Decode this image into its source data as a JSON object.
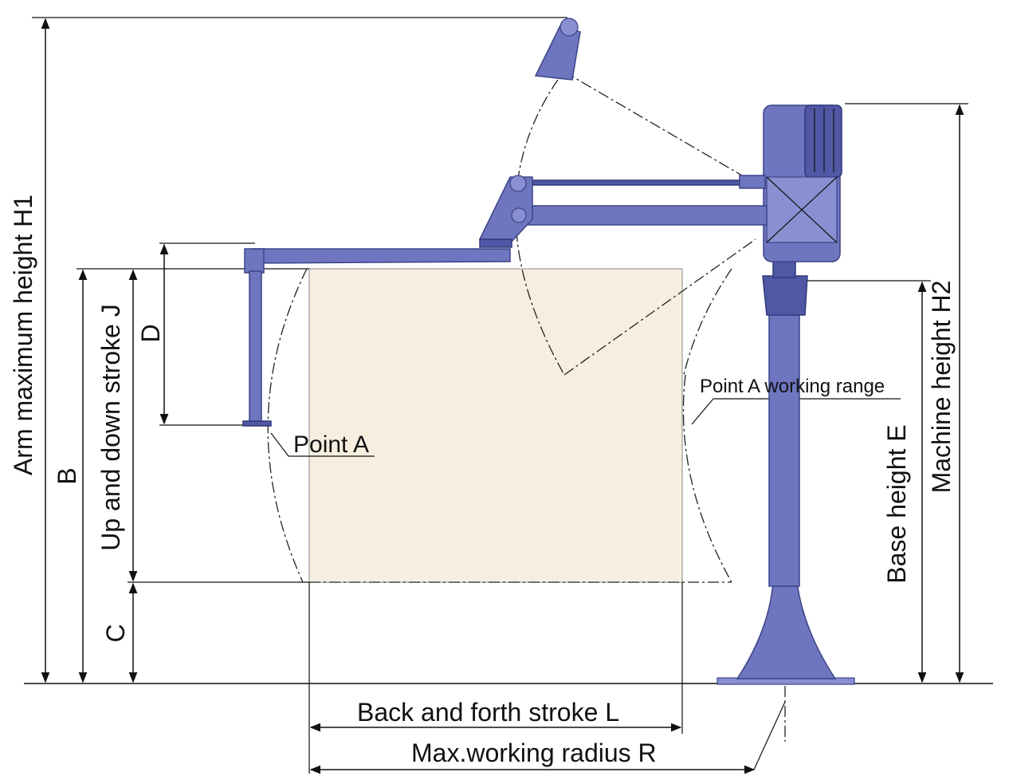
{
  "labels": {
    "arm_max_height": "Arm maximum height  H1",
    "b": "B",
    "up_down_stroke": "Up and down stroke  J",
    "c": "C",
    "d": "D",
    "point_a": "Point A",
    "point_a_range": "Point A working range",
    "base_height": "Base height  E",
    "machine_height": "Machine height  H2",
    "back_forth_stroke": "Back and forth stroke  L",
    "max_working_radius": "Max.working radius  R"
  },
  "colors": {
    "machine": "#6e76c0",
    "work_area": "#f6efe0",
    "lines": "#111111"
  }
}
